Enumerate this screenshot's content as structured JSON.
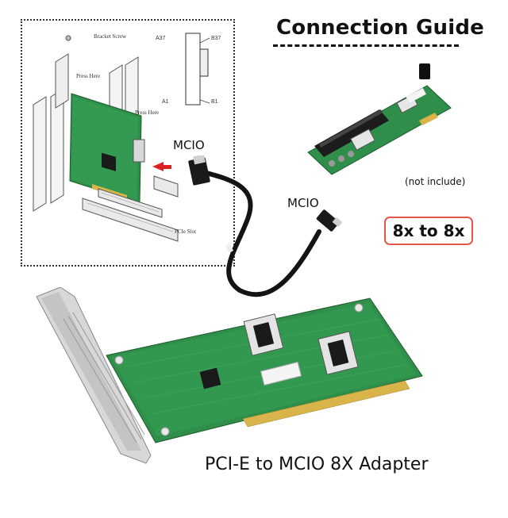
{
  "guide": {
    "title": "Connection Guide",
    "not_included_note": "(not include)",
    "ratio_badge": "8x to 8x"
  },
  "labels": {
    "mcio_top": "MCIO",
    "mcio_bottom": "MCIO"
  },
  "install_diagram": {
    "bracket_screw": "Bracket Screw",
    "press_here_top": "Press Here",
    "press_here_right": "Press Here",
    "pcie_slot": "PCIe Slot",
    "pin_a37": "A37",
    "pin_b37": "B37",
    "pin_a1": "A1",
    "pin_b1": "B1"
  },
  "product": {
    "caption": "PCI-E  to MCIO 8X Adapter"
  },
  "colors": {
    "pcb_green": "#2f8f4a",
    "badge_border": "#e0584c",
    "gold_finger": "#d9b44a"
  }
}
